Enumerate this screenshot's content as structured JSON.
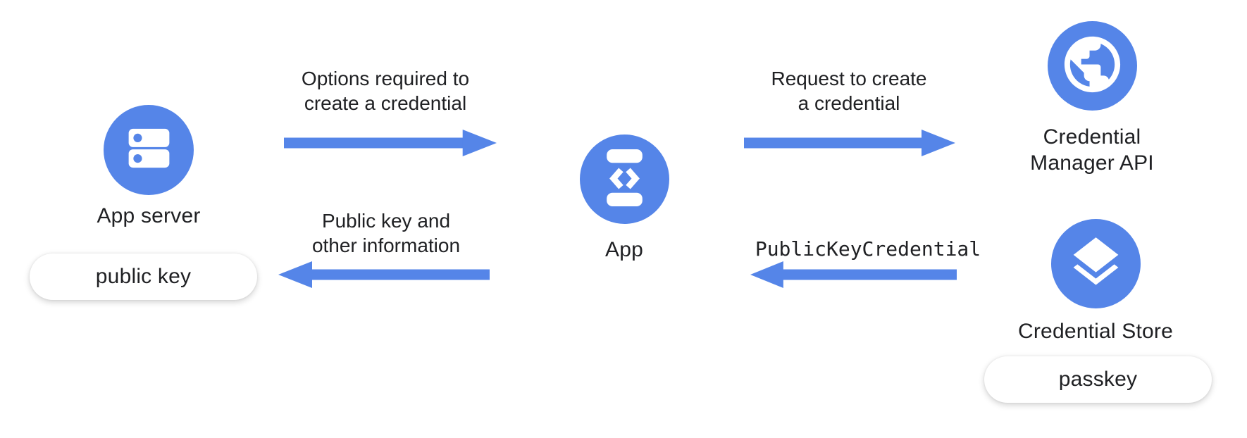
{
  "colors": {
    "accent_blue": "#5585E8",
    "text": "#202124",
    "pill_bg": "#FFFFFF"
  },
  "nodes": {
    "app_server": {
      "label": "App server",
      "icon": "server-dns-icon",
      "badge": "public key"
    },
    "app": {
      "label": "App",
      "icon": "phone-code-icon"
    },
    "credential_manager": {
      "label": "Credential\nManager API",
      "icon": "globe-icon"
    },
    "credential_store": {
      "label": "Credential Store",
      "icon": "layers-icon",
      "badge": "passkey"
    }
  },
  "messages": {
    "options": {
      "caption": "Options required to\ncreate a credential",
      "direction": "right",
      "from": "App server",
      "to": "App"
    },
    "public_key_info": {
      "caption": "Public key and\nother information",
      "direction": "left",
      "from": "App",
      "to": "App server"
    },
    "request_create": {
      "caption": "Request to create\na credential",
      "direction": "right",
      "from": "App",
      "to": "Credential Manager API"
    },
    "public_key_credential": {
      "caption": "PublicKeyCredential",
      "direction": "left",
      "from": "Credential Store",
      "to": "App"
    }
  }
}
